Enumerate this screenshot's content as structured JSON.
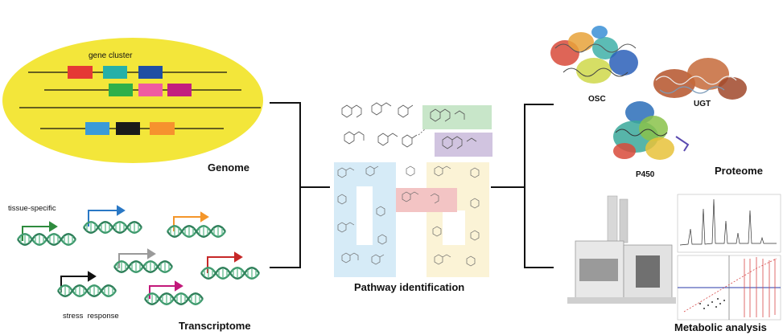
{
  "genome": {
    "cluster_label": "gene cluster",
    "label": "Genome",
    "ellipse_color": "#f3e63a"
  },
  "transcriptome": {
    "tissue_label": "tissue-specific",
    "stress_label": "stress  response",
    "label": "Transcriptome",
    "dna_color": "#3f9a6e"
  },
  "pathway": {
    "label": "Pathway identification"
  },
  "proteome": {
    "enzymes": [
      "OSC",
      "UGT",
      "P450"
    ],
    "label": "Proteome"
  },
  "metabolic": {
    "label": "Metabolic analysis"
  }
}
